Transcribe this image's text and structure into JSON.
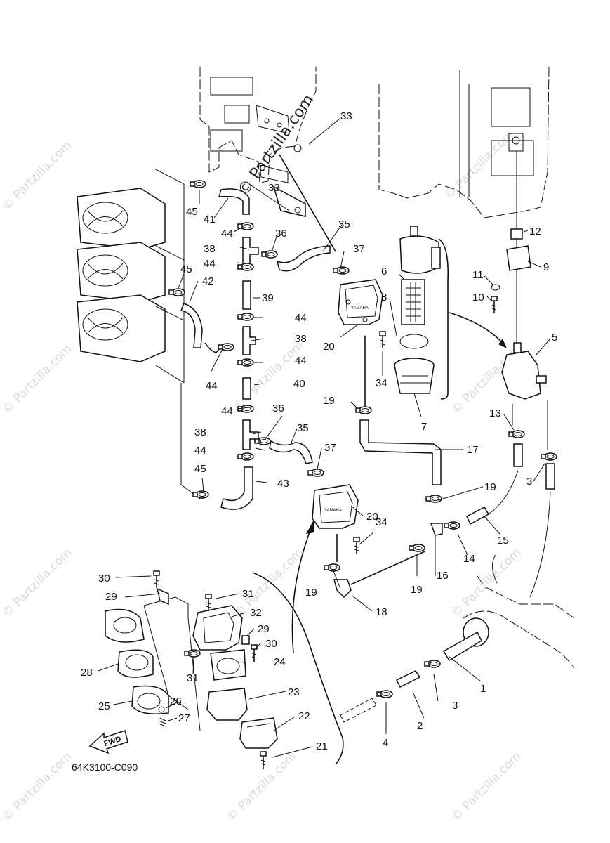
{
  "drawing_number": "64K3100-C090",
  "watermark_text": "© Partzilla.com",
  "fwd_label": "FWD",
  "pump_brand": "YAMAHA",
  "colors": {
    "line": "#111111",
    "watermark": "#d9d9d9",
    "background": "#ffffff"
  },
  "callouts": {
    "c33a": "33",
    "c33b": "33",
    "c45a": "45",
    "c41": "41",
    "c44a": "44",
    "c36a": "36",
    "c35a": "35",
    "c38a": "38",
    "c44b": "44",
    "c37a": "37",
    "c45b": "45",
    "c42": "42",
    "c39": "39",
    "c44c": "44",
    "c38b": "38",
    "c44d": "44",
    "c44e": "44",
    "c40": "40",
    "c44f": "44",
    "c36b": "36",
    "c35b": "35",
    "c38c": "38",
    "c44g": "44",
    "c37b": "37",
    "c45c": "45",
    "c43": "43",
    "c6": "6",
    "c8": "8",
    "c20a": "20",
    "c34a": "34",
    "c7": "7",
    "c19a": "19",
    "c17": "17",
    "c19b": "19",
    "c20b": "20",
    "c34b": "34",
    "c19c": "19",
    "c19d": "19",
    "c16": "16",
    "c18": "18",
    "c12": "12",
    "c9": "9",
    "c11": "11",
    "c10": "10",
    "c5": "5",
    "c13": "13",
    "c3a": "3",
    "c14": "14",
    "c15": "15",
    "c1": "1",
    "c3b": "3",
    "c2": "2",
    "c4": "4",
    "c30a": "30",
    "c29a": "29",
    "c31a": "31",
    "c32": "32",
    "c29b": "29",
    "c30b": "30",
    "c28": "28",
    "c31b": "31",
    "c24": "24",
    "c25": "25",
    "c26": "26",
    "c27": "27",
    "c23": "23",
    "c22": "22",
    "c21": "21"
  }
}
